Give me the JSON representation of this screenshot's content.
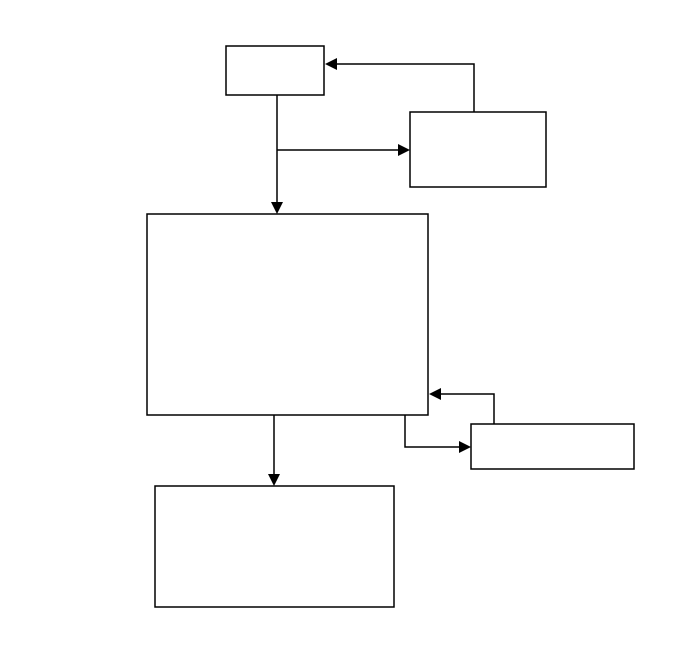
{
  "diagram": {
    "type": "flowchart",
    "boxes": [
      {
        "id": "top-small",
        "label": ""
      },
      {
        "id": "right-upper",
        "label": ""
      },
      {
        "id": "center-large",
        "label": ""
      },
      {
        "id": "right-lower",
        "label": ""
      },
      {
        "id": "bottom",
        "label": ""
      }
    ],
    "connectors": [
      {
        "from": "right-upper",
        "to": "top-small"
      },
      {
        "from": "top-small",
        "to": "right-upper"
      },
      {
        "from": "top-small",
        "to": "center-large"
      },
      {
        "from": "right-lower",
        "to": "center-large"
      },
      {
        "from": "center-large",
        "to": "right-lower"
      },
      {
        "from": "center-large",
        "to": "bottom"
      }
    ],
    "colors": {
      "stroke": "#000000",
      "fill": "#ffffff",
      "background": "#ffffff"
    }
  }
}
